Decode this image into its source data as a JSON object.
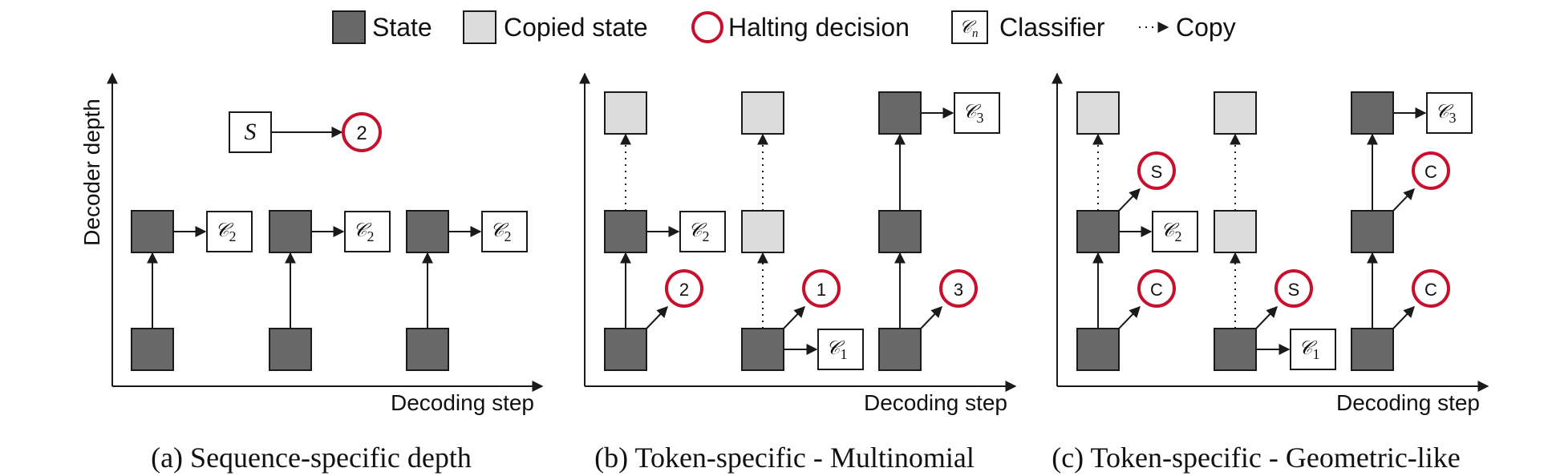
{
  "legend": {
    "state": "State",
    "copied_state": "Copied state",
    "halting_decision": "Halting decision",
    "classifier_symbol": "𝒞",
    "classifier_subscript": "n",
    "classifier": "Classifier",
    "copy": "Copy"
  },
  "panels": [
    {
      "ylabel": "Decoder depth",
      "xlabel": "Decoding step",
      "caption": "(a) Sequence-specific depth",
      "seq_classifier": "S",
      "seq_halt": "2",
      "classifiers": [
        "2",
        "2",
        "2"
      ]
    },
    {
      "xlabel": "Decoding step",
      "caption": "(b) Token-specific - Multinomial",
      "halts": [
        "2",
        "1",
        "3"
      ],
      "classifiers": [
        "2",
        "1",
        "3"
      ]
    },
    {
      "xlabel": "Decoding step",
      "caption": "(c) Token-specific - Geometric-like",
      "halts_low": [
        "C",
        "S",
        "C"
      ],
      "halts_mid": [
        "S",
        "C"
      ],
      "classifiers": [
        "2",
        "1",
        "3"
      ]
    }
  ],
  "colors": {
    "state": "#686868",
    "copied_state": "#dcdcdc",
    "halt_ring": "#c8102e"
  }
}
